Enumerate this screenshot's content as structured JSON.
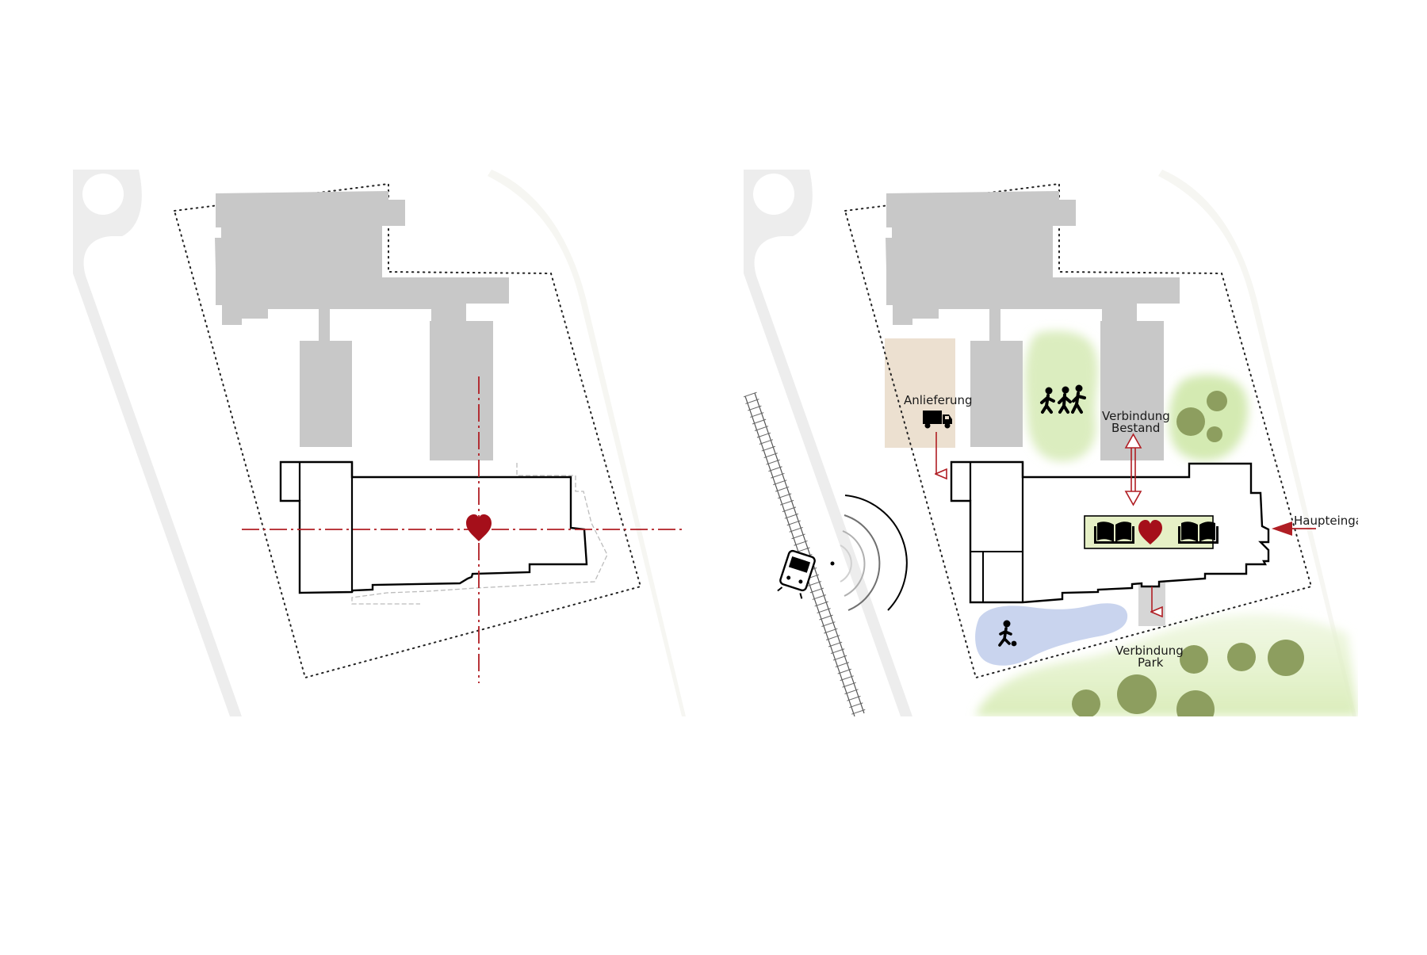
{
  "colors": {
    "existing_building": "#c8c8c8",
    "outline": "#000000",
    "accent_red": "#b01e24",
    "heart": "#a50f1a",
    "green_light": "#d6ecb4",
    "tree": "#8d9e5f",
    "water": "#c9d4ee",
    "delivery_zone": "#ece0d0",
    "road": "#ececec",
    "book_panel": "#e6f0c6"
  },
  "icons": {
    "heart": "heart-icon",
    "delivery": "truck-icon",
    "people": "people-group-icon",
    "tram": "tram-icon",
    "books": "open-book-icon",
    "ball": "football-player-icon",
    "noise": "sound-waves-icon"
  },
  "labels": {
    "delivery": "Anlieferung",
    "connection_existing_line1": "Verbindung",
    "connection_existing_line2": "Bestand",
    "main_entrance": "Haupteingang",
    "connection_park_line1": "Verbindung",
    "connection_park_line2": "Park"
  }
}
